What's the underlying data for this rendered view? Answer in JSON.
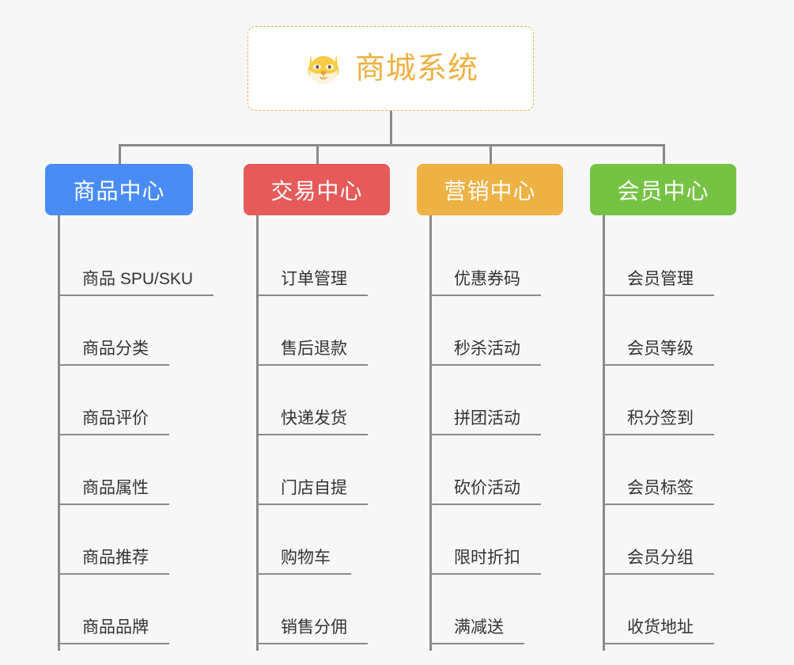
{
  "page": {
    "background_color": "#f7f7f7",
    "line_color": "#888888"
  },
  "root": {
    "title": "商城系统",
    "icon": "dog-face-emoji",
    "text_color": "#eeb143",
    "border_color": "#e8ae4e",
    "background_color": "#ffffff"
  },
  "columns": [
    {
      "label": "商品中心",
      "color": "#4a8cf5",
      "items": [
        "商品 SPU/SKU",
        "商品分类",
        "商品评价",
        "商品属性",
        "商品推荐",
        "商品品牌"
      ]
    },
    {
      "label": "交易中心",
      "color": "#e65a5a",
      "items": [
        "订单管理",
        "售后退款",
        "快递发货",
        "门店自提",
        "购物车",
        "销售分佣"
      ]
    },
    {
      "label": "营销中心",
      "color": "#eeb143",
      "items": [
        "优惠券码",
        "秒杀活动",
        "拼团活动",
        "砍价活动",
        "限时折扣",
        "满减送"
      ]
    },
    {
      "label": "会员中心",
      "color": "#76c344",
      "items": [
        "会员管理",
        "会员等级",
        "积分签到",
        "会员标签",
        "会员分组",
        "收货地址"
      ]
    }
  ]
}
